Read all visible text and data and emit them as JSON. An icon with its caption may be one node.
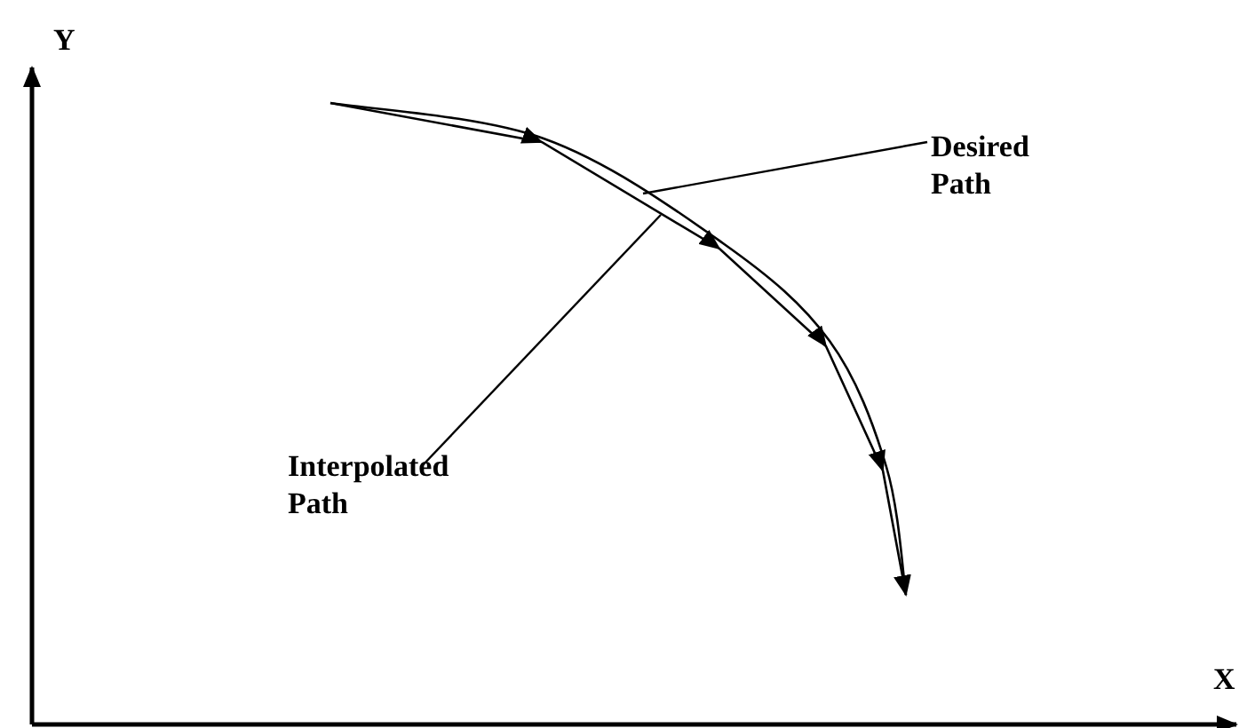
{
  "diagram": {
    "nodes": [
      {
        "text": [
          "Desired Path"
        ]
      },
      {
        "text": [
          "Interpolated Path"
        ]
      },
      {
        "text": [],
        "shape": "curve"
      },
      {
        "text": [],
        "shape": "line"
      }
    ],
    "edges": [
      {
        "from": 0,
        "to": 2,
        "arrow": "none"
      },
      {
        "from": 1,
        "to": 3,
        "arrow": "none"
      }
    ],
    "labels": [
      "Y",
      "X"
    ]
  }
}
